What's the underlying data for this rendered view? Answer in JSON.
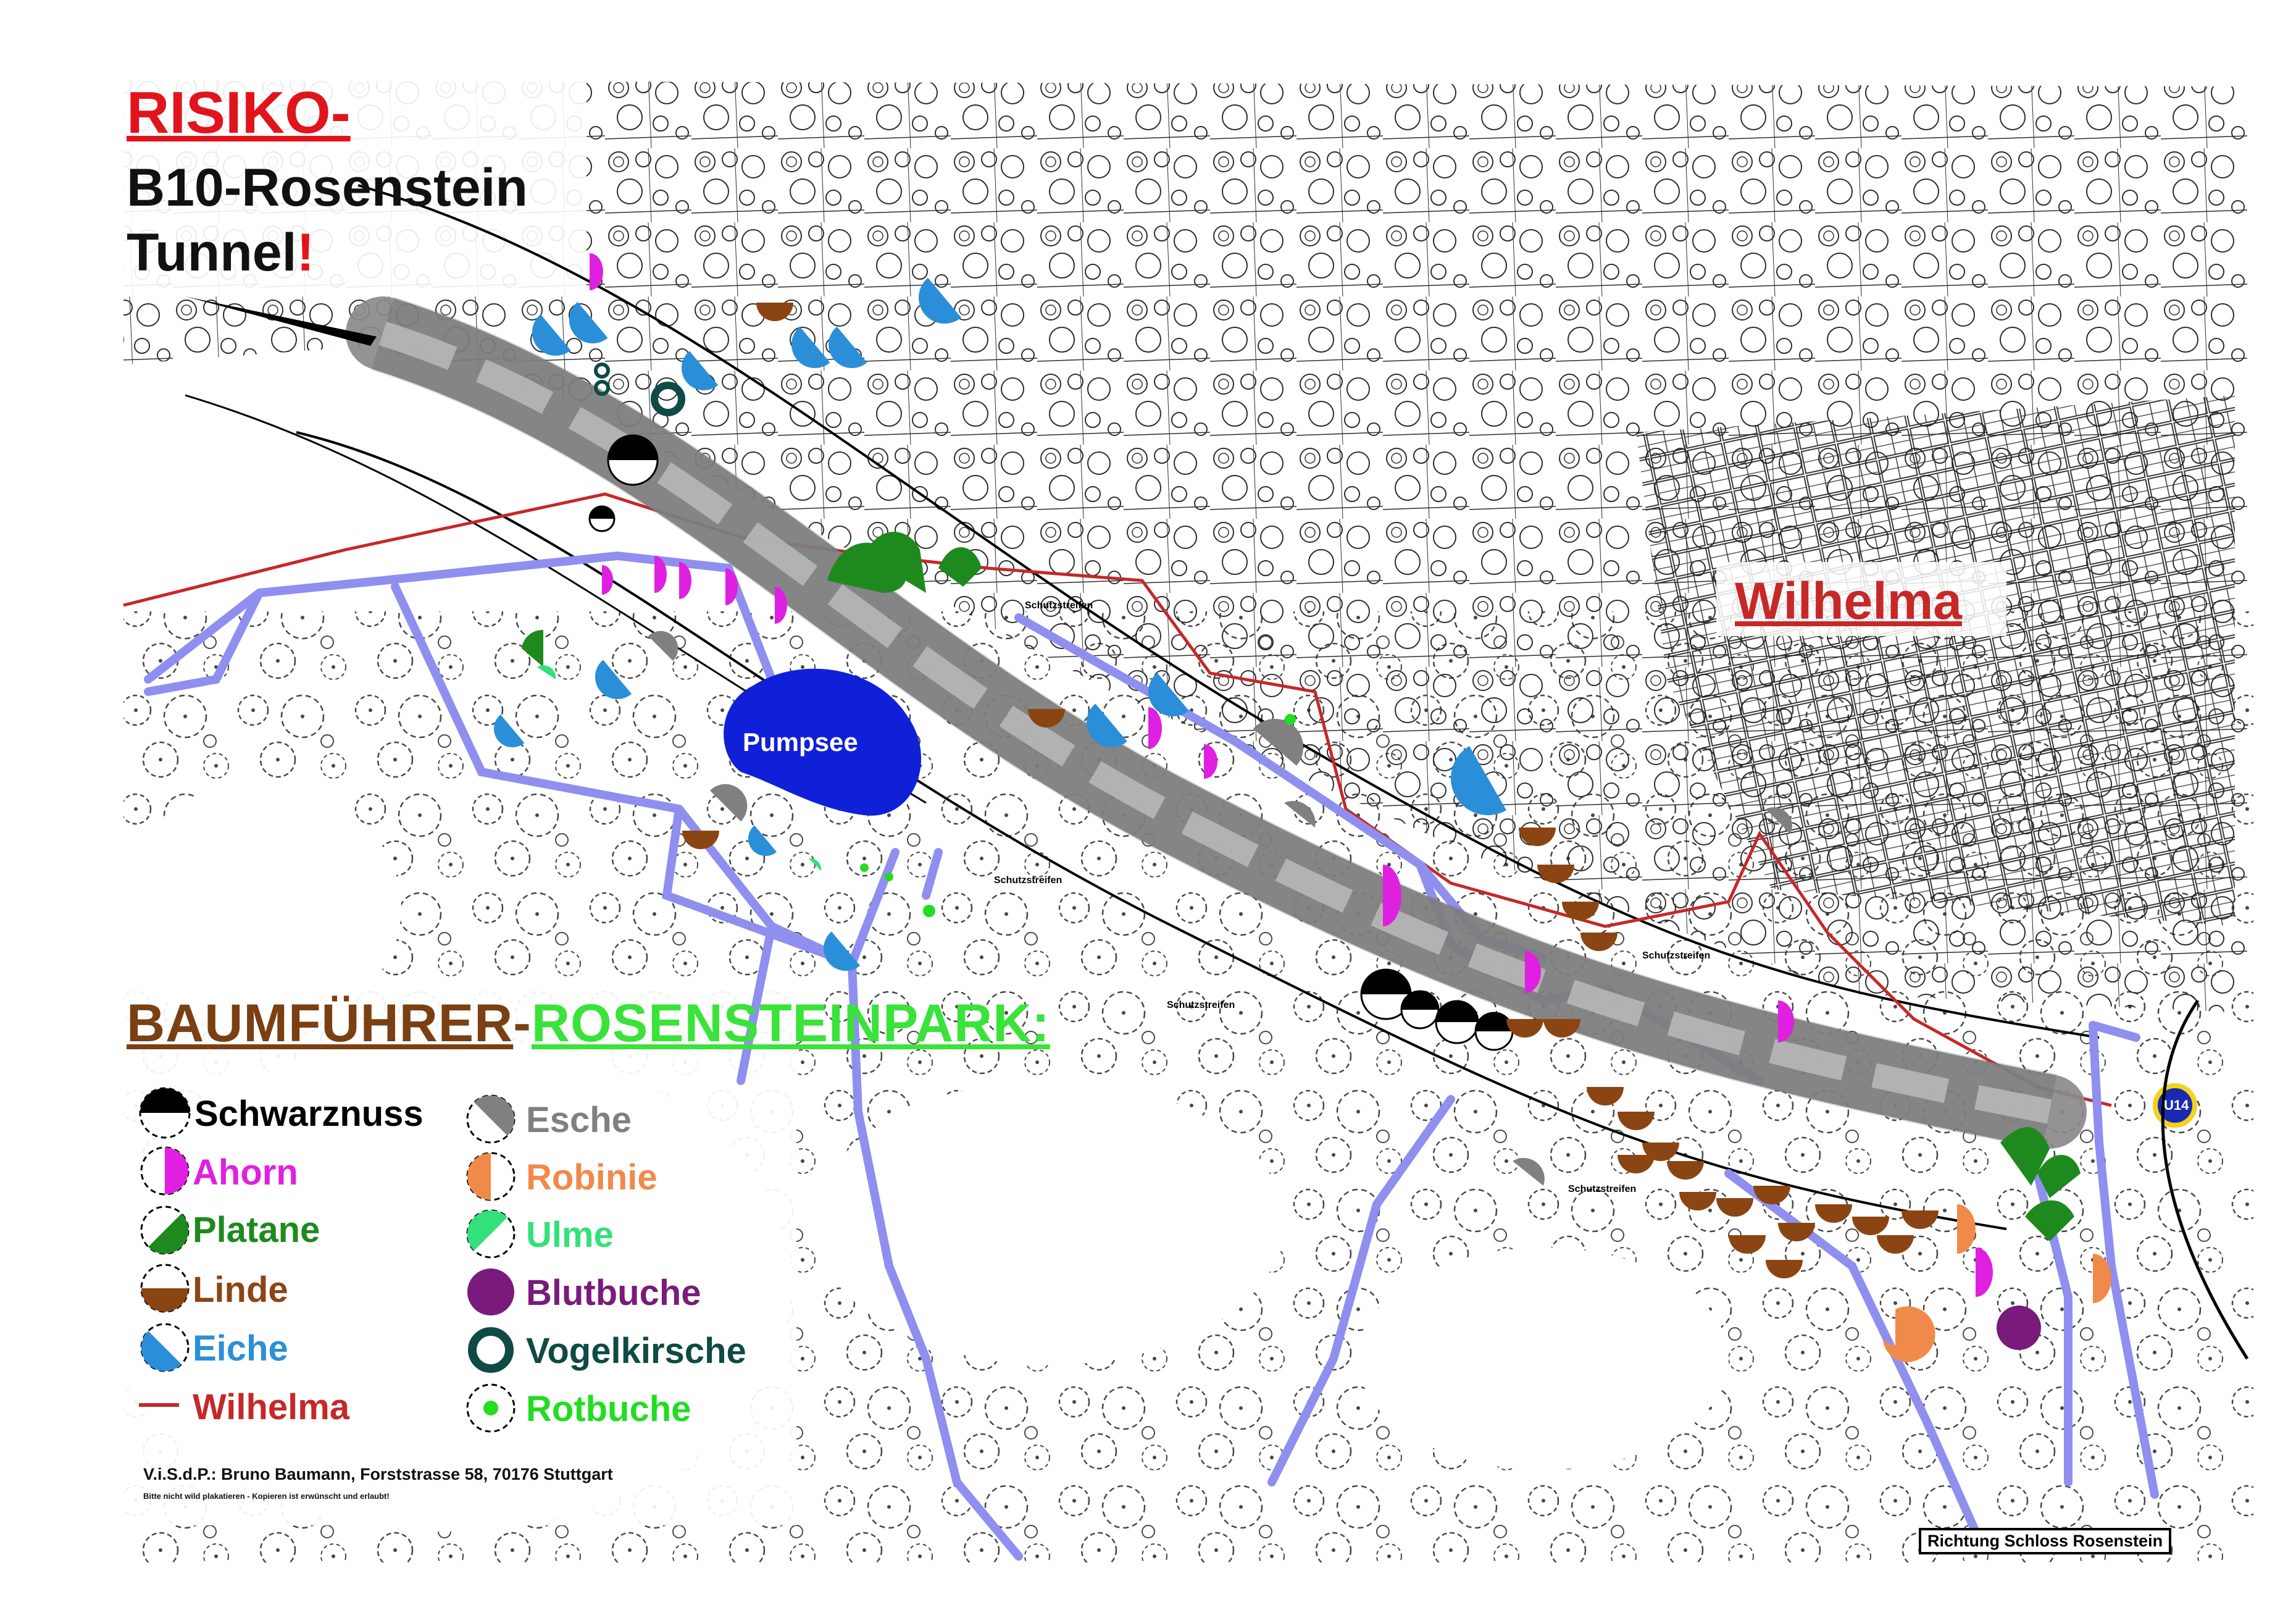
{
  "title": {
    "line1": "RISIKO-",
    "line2": "B10-Rosenstein",
    "line3": "Tunnel",
    "exclamation": "!"
  },
  "labels": {
    "wilhelma": "Wilhelma",
    "pumpsee": "Pumpsee",
    "u14": "U14",
    "schutzstreifen": "Schutzstreifen",
    "direction": "Richtung Schloss Rosenstein"
  },
  "guide": {
    "part1": "BAUMFÜHRER",
    "dash": "-",
    "part2": "ROSENSTEINPARK:"
  },
  "legend": {
    "left": [
      {
        "label": "Schwarznuss",
        "color": "#000000"
      },
      {
        "label": "Ahorn",
        "color": "#e020e0"
      },
      {
        "label": "Platane",
        "color": "#1e8a1e"
      },
      {
        "label": "Linde",
        "color": "#8b4513"
      },
      {
        "label": "Eiche",
        "color": "#2a8fd8"
      },
      {
        "label": "Wilhelma",
        "color": "#c62828"
      }
    ],
    "right": [
      {
        "label": "Esche",
        "color": "#808080"
      },
      {
        "label": "Robinie",
        "color": "#f08a4b"
      },
      {
        "label": "Ulme",
        "color": "#33e07a"
      },
      {
        "label": "Blutbuche",
        "color": "#7a1a7a"
      },
      {
        "label": "Vogelkirsche",
        "color": "#0f4a45"
      },
      {
        "label": "Rotbuche",
        "color": "#22dd22"
      }
    ]
  },
  "footer": {
    "imprint": "V.i.S.d.P.:  Bruno Baumann, Forststrasse 58, 70176 Stuttgart",
    "note": "Bitte nicht wild plakatieren - Kopieren ist erwünscht und erlaubt!"
  },
  "colors": {
    "path": "#8f8ff0",
    "tunnel": "#8a8a8a",
    "boundary": "#c62828",
    "lake": "#1020d8"
  }
}
